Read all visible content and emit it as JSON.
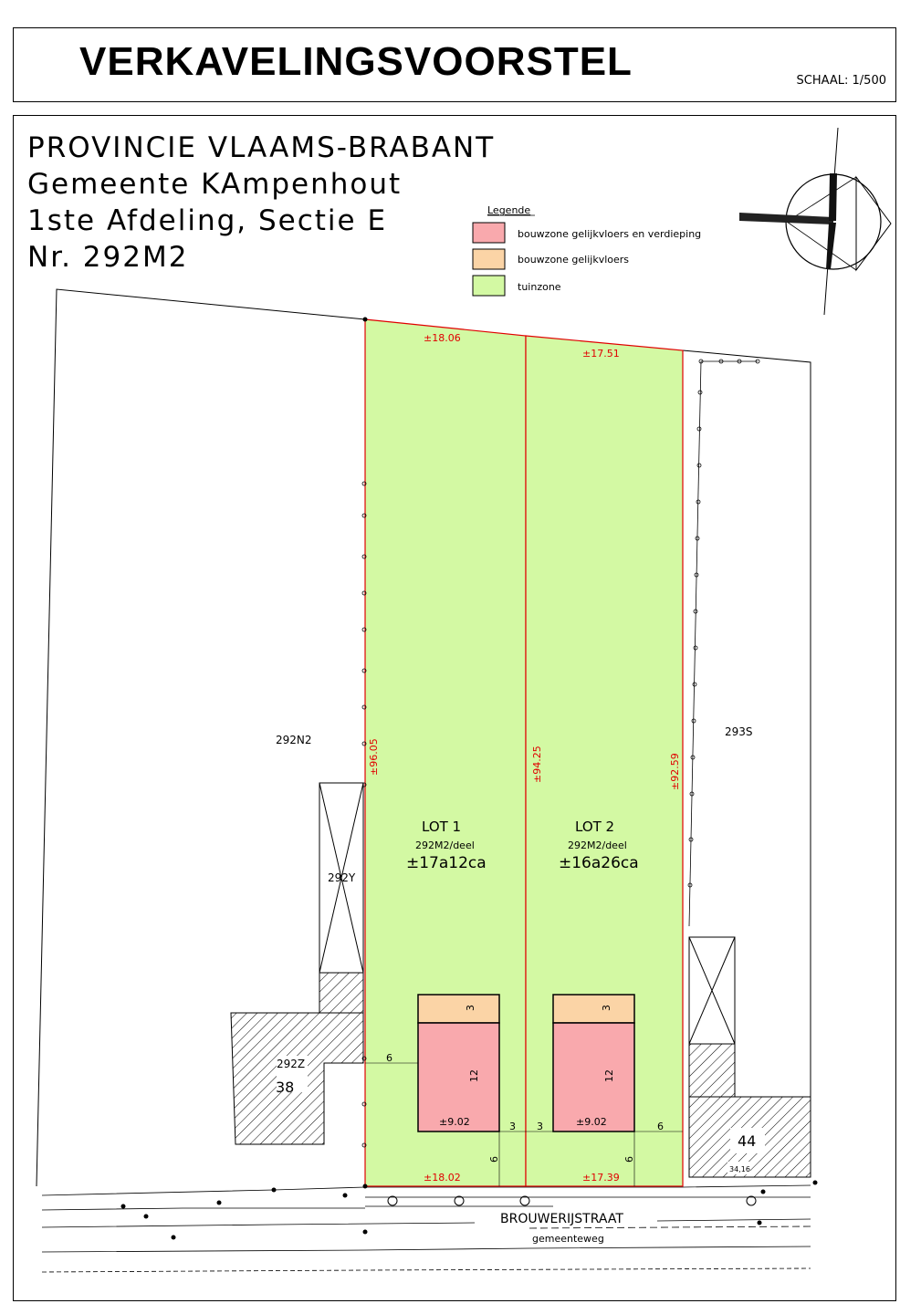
{
  "title": "VERKAVELINGSVOORSTEL",
  "scale": "SCHAAL: 1/500",
  "location": {
    "province": "PROVINCIE VLAAMS-BRABANT",
    "municipality": "Gemeente KAmpenhout",
    "division": "1ste Afdeling, Sectie E",
    "number": "Nr. 292M2"
  },
  "legend": {
    "title": "Legende",
    "items": [
      {
        "label": "bouwzone gelijkvloers en verdieping",
        "color": "#f9a9ad"
      },
      {
        "label": "bouwzone gelijkvloers",
        "color": "#fbd4a6"
      },
      {
        "label": "tuinzone",
        "color": "#d3f9a3"
      }
    ]
  },
  "parcels": {
    "left": "292N2",
    "right": "293S",
    "left_building": "292Y",
    "left_house_parcel": "292Z",
    "left_house_number": "38",
    "right_house_number": "44",
    "right_small": "34,16"
  },
  "dimensions": {
    "top_lot1": "±18.06",
    "top_lot2": "±17.51",
    "left_side": "±96.05",
    "middle": "±94.25",
    "right_side": "±92.59",
    "bottom_lot1": "±18.02",
    "bottom_lot2": "±17.39",
    "build_width_1": "±9.02",
    "build_width_2": "±9.02",
    "setback_side_1": "6",
    "setback_side_2": "6",
    "gap_1": "3",
    "gap_2": "3",
    "upper_depth_1": "3",
    "upper_depth_2": "3",
    "main_depth_1": "12",
    "main_depth_2": "12",
    "front_setback_1": "6",
    "front_setback_2": "6"
  },
  "lots": [
    {
      "name": "LOT 1",
      "ref": "292M2/deel",
      "area": "±17a12ca"
    },
    {
      "name": "LOT 2",
      "ref": "292M2/deel",
      "area": "±16a26ca"
    }
  ],
  "street": {
    "name": "BROUWERIJSTRAAT",
    "type": "gemeenteweg"
  }
}
